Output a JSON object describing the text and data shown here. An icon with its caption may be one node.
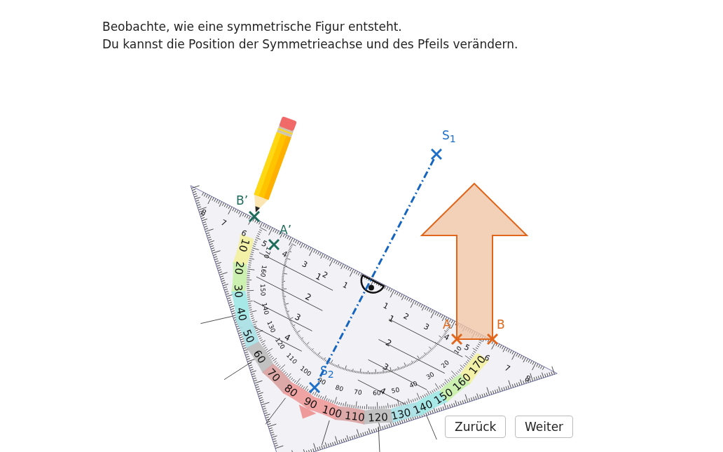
{
  "diagram": {
    "nodes": [
      {
        "text": [
          "S$_{1}$"
        ]
      },
      {
        "text": [
          "S$_{2}$"
        ]
      },
      {
        "text": [
          "B’"
        ]
      },
      {
        "text": [
          "A’"
        ]
      },
      {
        "text": [
          "A"
        ]
      },
      {
        "text": [
          "B"
        ]
      }
    ],
    "edges": [
      {
        "from": 0,
        "to": 1,
        "arrow": "none",
        "style": "dashed",
        "color": "#1565c0"
      }
    ],
    "labels": [
      "Beobachte, wie eine symmetrische Figur entsteht.",
      "Du kannst die Position der Symmetrieachse und des Pfeils verändern.",
      "Zurück",
      "Weiter",
      "1",
      "2",
      "3",
      "4",
      "5",
      "6",
      "7",
      "8",
      "1",
      "2",
      "3",
      "4",
      "5",
      "6",
      "7",
      "8",
      "10",
      "20",
      "30",
      "40",
      "50",
      "60",
      "70",
      "80",
      "90",
      "100",
      "110",
      "120",
      "130",
      "140",
      "150",
      "160",
      "170",
      "170",
      "160",
      "150",
      "140",
      "130",
      "120",
      "110",
      "100",
      "90",
      "80",
      "70",
      "60",
      "50",
      "40",
      "30",
      "20",
      "10",
      "1",
      "2",
      "3",
      "4",
      "1",
      "2",
      "3",
      "4"
    ]
  }
}
